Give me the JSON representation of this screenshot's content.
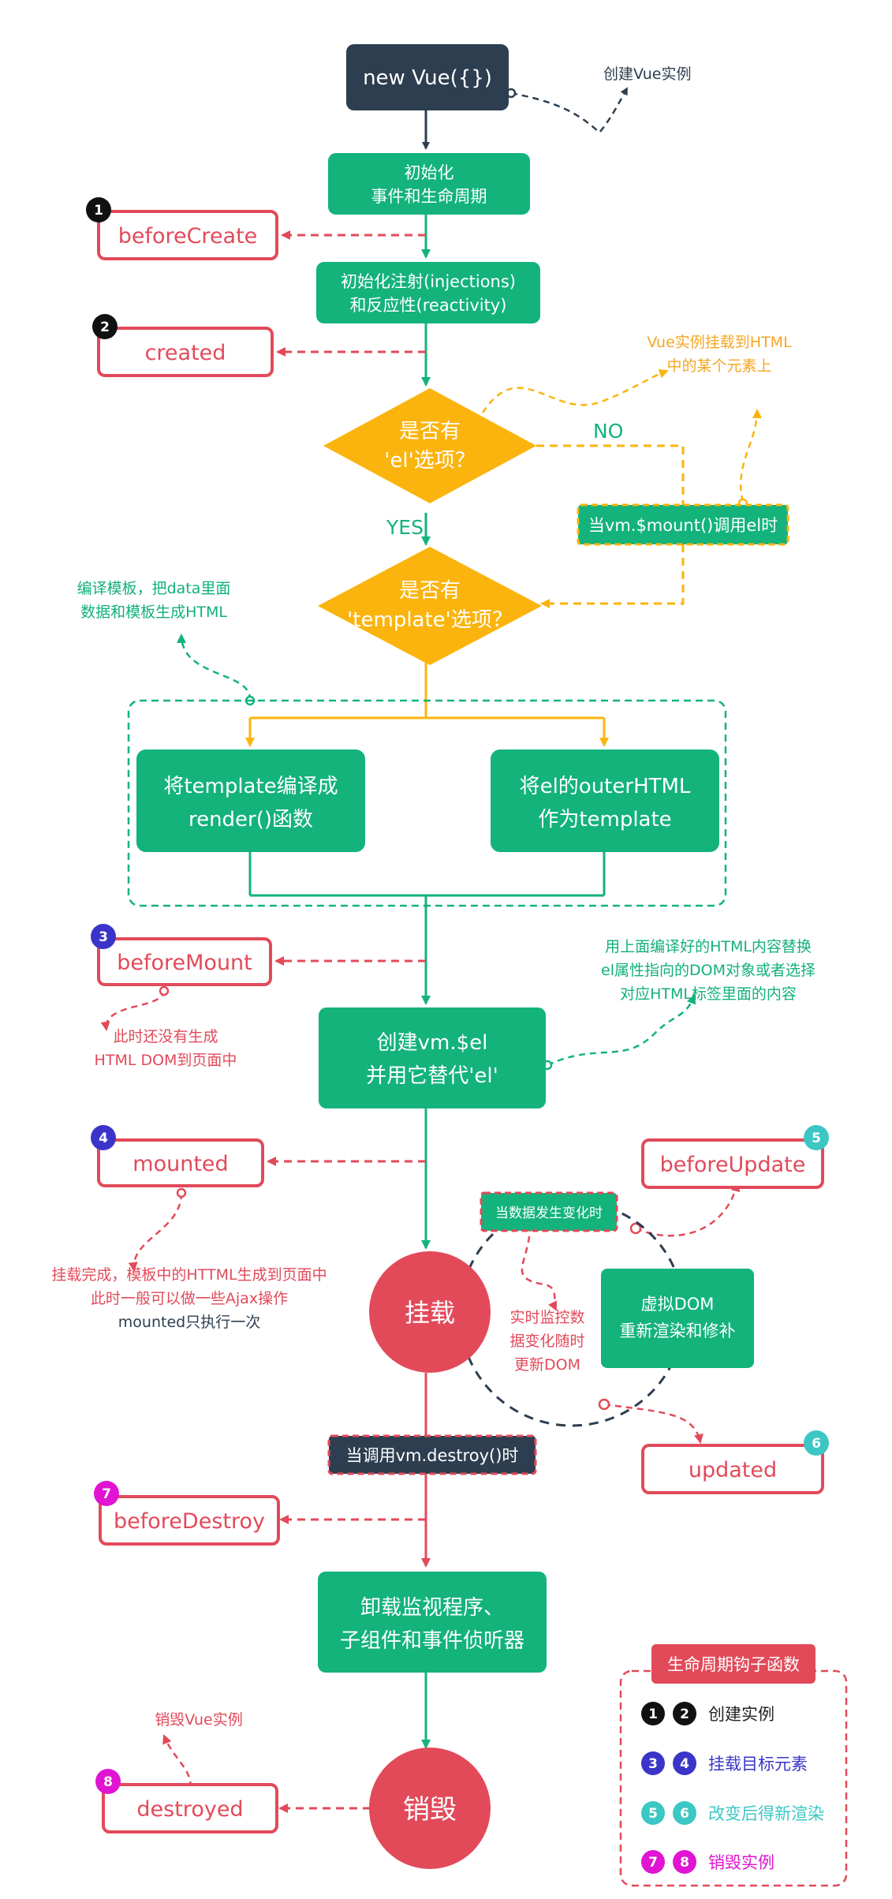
{
  "nodes": {
    "new_vue": "new Vue({})",
    "create_vue_note": "创建Vue实例",
    "init_events_1": "初始化",
    "init_events_2": "事件和生命周期",
    "init_inj_1": "初始化注射(injections)",
    "init_inj_2": "和反应性(reactivity)",
    "has_el_1": "是否有",
    "has_el_2": "'el'选项？",
    "no_label": "NO",
    "yes_label": "YES",
    "mount_note_1": "Vue实例挂载到HTML",
    "mount_note_2": "中的某个元素上",
    "vm_mount": "当vm.$mount()调用el时",
    "has_tpl_1": "是否有",
    "has_tpl_2": "'template'选项？",
    "compile_note_1": "编译模板，把data里面",
    "compile_note_2": "数据和模板生成HTML",
    "tpl_render_1": "将template编译成",
    "tpl_render_2": "render()函数",
    "outer_html_1": "将el的outerHTML",
    "outer_html_2": "作为template",
    "before_mount_note_1": "此时还没有生成",
    "before_mount_note_2": "HTML DOM到页面中",
    "replace_note_1": "用上面编译好的HTML内容替换",
    "replace_note_2": "el属性指向的DOM对象或者选择",
    "replace_note_3": "对应HTML标签里面的内容",
    "create_el_1": "创建vm.$el",
    "create_el_2": "并用它替代'el'",
    "mounted_note_1": "挂载完成，模板中的HTTML生成到页面中",
    "mounted_note_2": "此时一般可以做一些Ajax操作",
    "mounted_note_3": "mounted只执行一次",
    "mounting": "挂载",
    "data_change": "当数据发生变化时",
    "watch_note_1": "实时监控数",
    "watch_note_2": "据变化随时",
    "watch_note_3": "更新DOM",
    "vdom_1": "虚拟DOM",
    "vdom_2": "重新渲染和修补",
    "destroy_call": "当调用vm.destroy()时",
    "unload_1": "卸载监视程序、",
    "unload_2": "子组件和事件侦听器",
    "destroy_note": "销毁Vue实例",
    "destroying": "销毁"
  },
  "hooks": {
    "before_create": {
      "label": "beforeCreate",
      "num": "1"
    },
    "created": {
      "label": "created",
      "num": "2"
    },
    "before_mount": {
      "label": "beforeMount",
      "num": "3"
    },
    "mounted": {
      "label": "mounted",
      "num": "4"
    },
    "before_update": {
      "label": "beforeUpdate",
      "num": "5"
    },
    "updated": {
      "label": "updated",
      "num": "6"
    },
    "before_destroy": {
      "label": "beforeDestroy",
      "num": "7"
    },
    "destroyed": {
      "label": "destroyed",
      "num": "8"
    }
  },
  "legend": {
    "title": "生命周期钩子函数",
    "rows": [
      {
        "a": "1",
        "b": "2",
        "text": "创建实例"
      },
      {
        "a": "3",
        "b": "4",
        "text": "挂载目标元素"
      },
      {
        "a": "5",
        "b": "6",
        "text": "改变后得新渲染"
      },
      {
        "a": "7",
        "b": "8",
        "text": "销毁实例"
      }
    ]
  },
  "colors": {
    "green": "#13b37b",
    "orange": "#fbb40d",
    "red": "#e24a5a",
    "navy": "#2d3e50",
    "blue": "#3a35c8",
    "cyan": "#3cc7c4",
    "magenta": "#e014d2",
    "black": "#111111"
  }
}
